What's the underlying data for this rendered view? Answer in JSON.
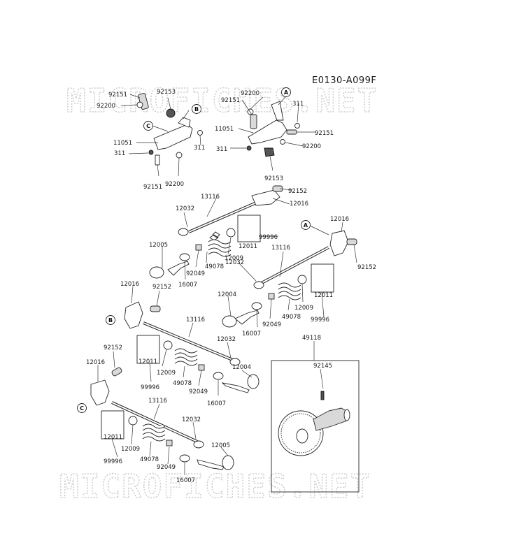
{
  "diagram_code": "E0130-A099F",
  "watermark": "MICROFICHES.NET",
  "callouts": [
    "A",
    "B",
    "C",
    "A",
    "B",
    "C"
  ],
  "part_labels": [
    "92151",
    "92153",
    "92200",
    "11051",
    "311",
    "92151",
    "92200",
    "311",
    "92200",
    "92151",
    "11051",
    "311",
    "311",
    "92151",
    "92200",
    "92153",
    "92152",
    "13116",
    "12016",
    "12032",
    "99996",
    "12011",
    "12005",
    "12009",
    "49078",
    "92049",
    "16007",
    "12016",
    "13116",
    "92152",
    "12032",
    "12011",
    "12004",
    "12009",
    "49078",
    "92049",
    "16007",
    "99996",
    "12016",
    "92152",
    "13116",
    "12032",
    "12011",
    "12009",
    "99996",
    "49078",
    "92049",
    "12004",
    "16007",
    "92152",
    "12016",
    "13116",
    "12032",
    "12011",
    "12009",
    "99996",
    "49078",
    "12005",
    "92049",
    "16007",
    "49118",
    "92145"
  ],
  "colors": {
    "line": "#222222",
    "watermark": "#c9c9c9",
    "part_fill": "#d9d9d9"
  }
}
